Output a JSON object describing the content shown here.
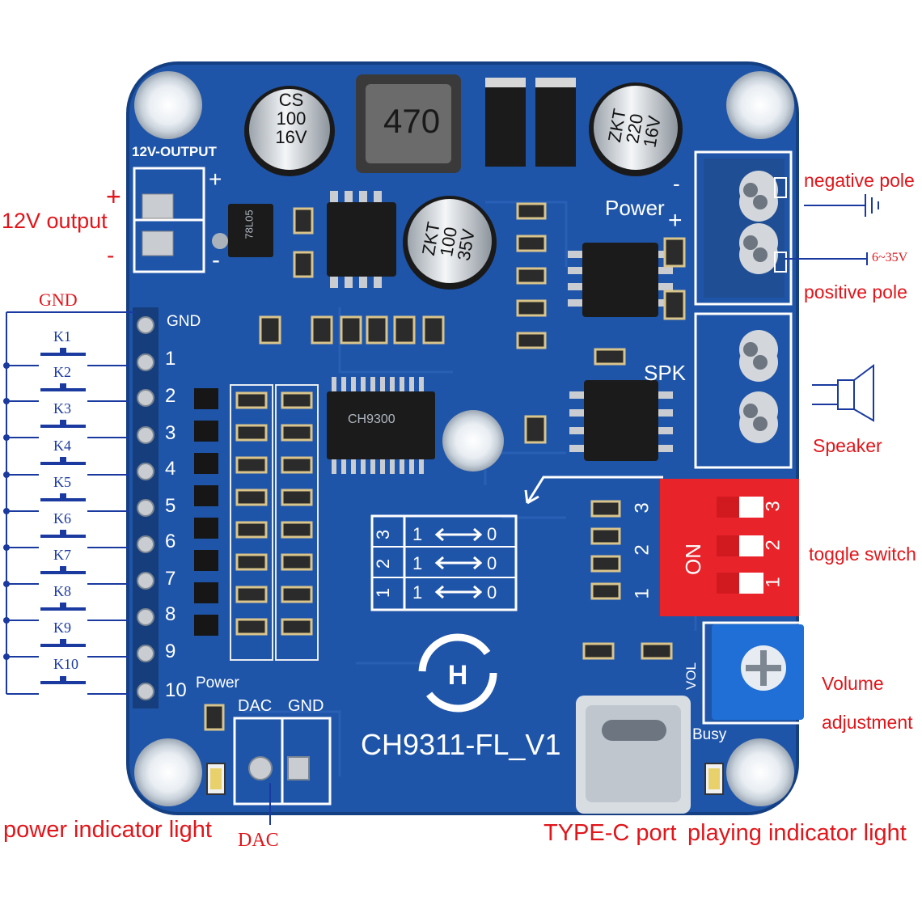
{
  "board": {
    "model": "CH9311-FL_V1",
    "top_left_label": "12V-OUTPUT",
    "gnd_label": "GND",
    "pins": [
      "1",
      "2",
      "3",
      "4",
      "5",
      "6",
      "7",
      "8",
      "9",
      "10"
    ],
    "power_label": "Power",
    "dac_label": "DAC",
    "gnd_label_bottom": "GND",
    "spk_label": "SPK",
    "power_right_label": "Power",
    "busy_label": "Busy",
    "vol_label": "VOL",
    "plus": "+",
    "minus": "-",
    "switch_numbers": [
      "3",
      "2",
      "1"
    ],
    "switch_on": "ON",
    "table_rows": [
      {
        "num": "3",
        "a": "1",
        "b": "0"
      },
      {
        "num": "2",
        "a": "1",
        "b": "0"
      },
      {
        "num": "1",
        "a": "1",
        "b": "0"
      }
    ],
    "table_col_labels": [
      "1",
      "2",
      "3"
    ],
    "inductor": "470",
    "cap1": [
      "CS",
      "100",
      "16V"
    ],
    "cap2": [
      "ZKT",
      "220",
      "16V"
    ],
    "cap3": [
      "ZKT",
      "100",
      "35V"
    ],
    "chip_main": "CH9300",
    "regulator": "78L05"
  },
  "callouts": {
    "gnd": "GND",
    "v12_output": "12V output",
    "plus": "+",
    "minus": "-",
    "negative_pole": "negative pole",
    "supply_range": "6~35V",
    "positive_pole": "positive pole",
    "speaker": "Speaker",
    "toggle_switch": "toggle switch",
    "volume_adjustment_1": "Volume",
    "volume_adjustment_2": "adjustment",
    "power_indicator_light": "power indicator light",
    "dac": "DAC",
    "type_c_port": "TYPE-C port",
    "playing_indicator_light": "playing indicator light"
  },
  "keys": [
    "K1",
    "K2",
    "K3",
    "K4",
    "K5",
    "K6",
    "K7",
    "K8",
    "K9",
    "K10"
  ],
  "colors": {
    "pcb": "#1f55a8",
    "pcb_dark": "#17468f",
    "callout_red": "#e0161b",
    "key_blue": "#1a3aa0",
    "switch_red": "#e8232a",
    "pot_blue": "#1f6fd6"
  }
}
